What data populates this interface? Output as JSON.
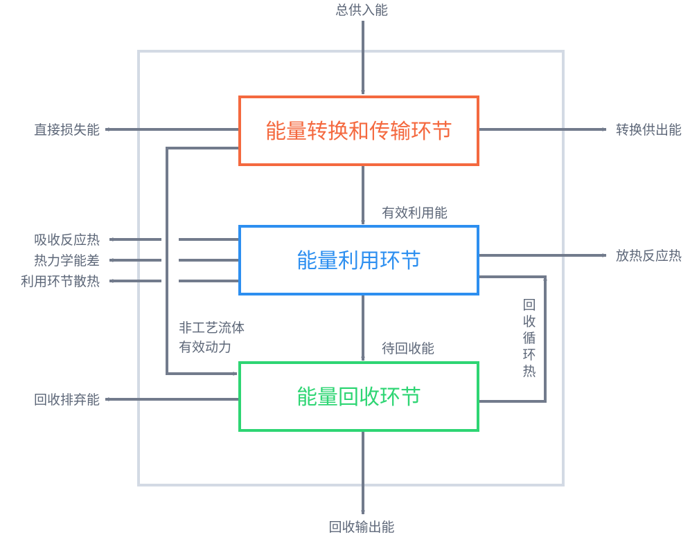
{
  "stages": {
    "conversion": {
      "label": "能量转换和传输环节",
      "color": "#f4693f"
    },
    "utilization": {
      "label": "能量利用环节",
      "color": "#2d8ff0"
    },
    "recovery": {
      "label": "能量回收环节",
      "color": "#2ed573"
    }
  },
  "flows": {
    "total_supply": "总供入能",
    "direct_loss": "直接损失能",
    "converted_supply_out": "转换供出能",
    "effective_use": "有效利用能",
    "absorbed_reaction_heat": "吸收反应热",
    "thermodynamic_energy_diff": "热力学能差",
    "utilization_heat_dissipation": "利用环节散热",
    "released_reaction_heat": "放热反应热",
    "non_process_fluid_line1": "非工艺流体",
    "non_process_fluid_line2": "有效动力",
    "pending_recovery": "待回收能",
    "recycled_heat": "回收循环热",
    "recovery_discharge": "回收排弃能",
    "recovery_output": "回收输出能"
  },
  "colors": {
    "boundary": "#d3dae4",
    "arrow": "#727b8c",
    "label_text": "#5d6778"
  }
}
